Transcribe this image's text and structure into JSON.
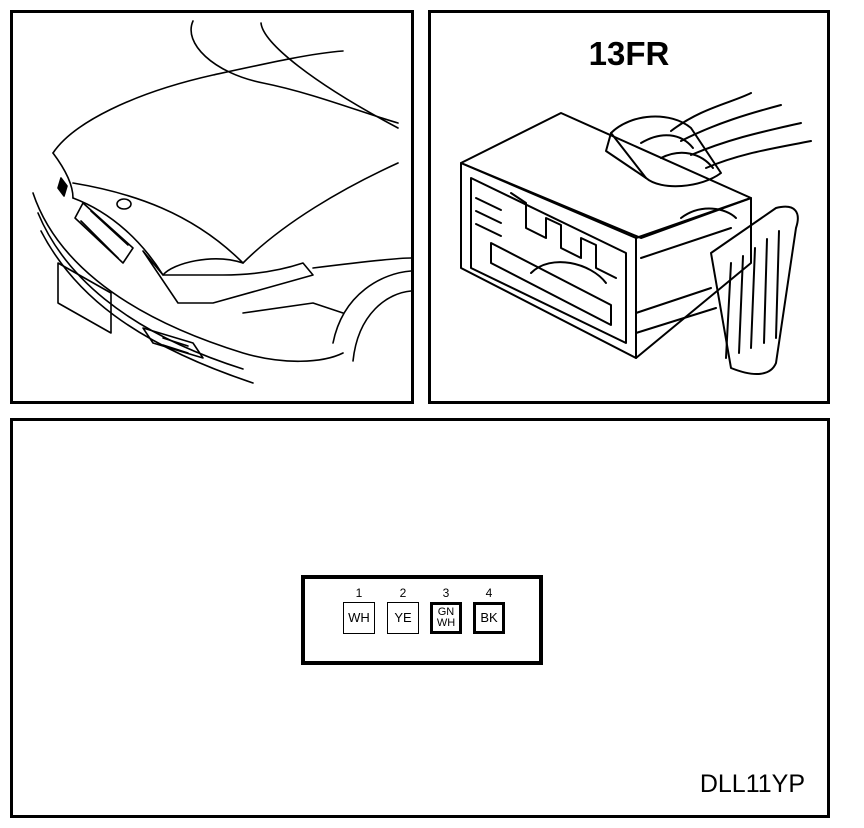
{
  "connector": {
    "code": "13FR"
  },
  "pins": [
    {
      "number": "1",
      "color_line1": "WH",
      "color_line2": "",
      "thick": false
    },
    {
      "number": "2",
      "color_line1": "YE",
      "color_line2": "",
      "thick": false
    },
    {
      "number": "3",
      "color_line1": "GN",
      "color_line2": "WH",
      "thick": true
    },
    {
      "number": "4",
      "color_line1": "BK",
      "color_line2": "",
      "thick": true
    }
  ],
  "reference_code": "DLL11YP"
}
